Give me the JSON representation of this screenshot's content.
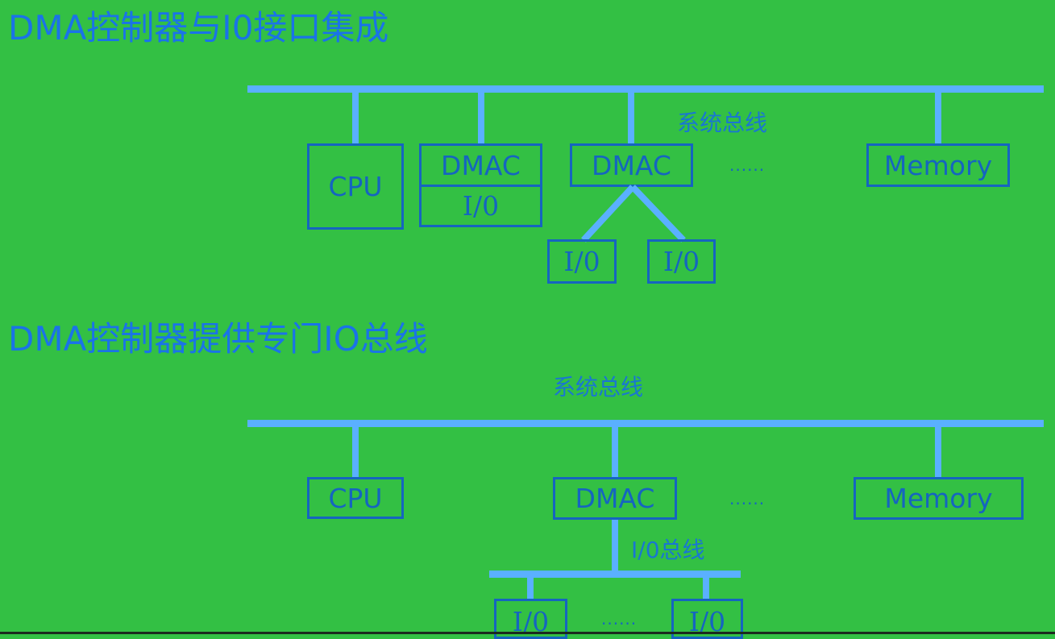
{
  "section1": {
    "title": "DMA控制器与I0接口集成",
    "bus_label": "系统总线",
    "cpu": "CPU",
    "dmac1": "DMAC",
    "dmac1_io": "I/0",
    "dmac2": "DMAC",
    "dmac2_io_left": "I/0",
    "dmac2_io_right": "I/0",
    "ellipsis": "......",
    "memory": "Memory"
  },
  "section2": {
    "title": "DMA控制器提供专门IO总线",
    "bus_label": "系统总线",
    "cpu": "CPU",
    "dmac": "DMAC",
    "ellipsis": "......",
    "memory": "Memory",
    "io_bus_label": "I/0总线",
    "io_left": "I/0",
    "io_ellipsis": "......",
    "io_right": "I/0"
  },
  "colors": {
    "background": "#33c044",
    "bus": "#5ab0ff",
    "box_border": "#1565c0",
    "title": "#1a73e8"
  }
}
